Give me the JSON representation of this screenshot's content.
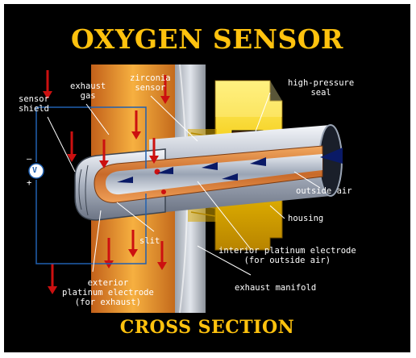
{
  "title": "OXYGEN SENSOR",
  "subtitle": "CROSS SECTION",
  "labels": {
    "sensor_shield": [
      "sensor",
      "shield"
    ],
    "exhaust_gas": [
      "exhaust",
      "gas"
    ],
    "zirconia_sensor": [
      "zirconia",
      "sensor"
    ],
    "high_pressure_seal": [
      "high-pressure",
      "seal"
    ],
    "outside_air": "outside air",
    "housing": "housing",
    "slit": "slit",
    "interior_electrode": [
      "interior platinum electrode",
      "(for outside air)"
    ],
    "exterior_electrode": [
      "exterior",
      "platinum electrode",
      "(for exhaust)"
    ],
    "exhaust_manifold": "exhaust manifold",
    "voltmeter": "V",
    "minus": "–",
    "plus": "+"
  },
  "colors": {
    "background": "#000000",
    "title": "#ffc20e",
    "flame": "#f0a030",
    "arrow_red": "#cc1010",
    "wire_blue": "#2060b0",
    "housing_gold": "#f2c400",
    "manifold_gray": "#c8ccd4",
    "sensor_silver": "#d8dee8",
    "airflow_arrow": "#0a1a66"
  }
}
